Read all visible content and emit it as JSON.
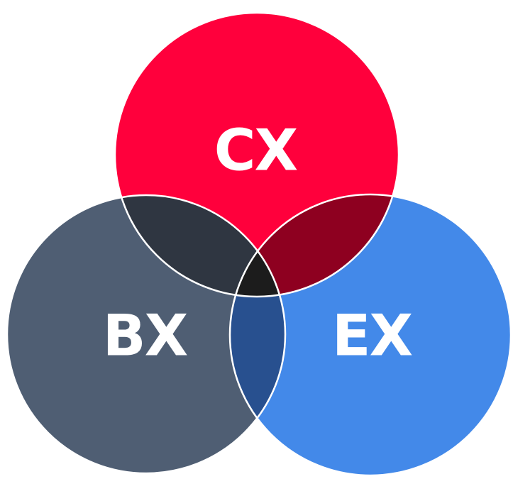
{
  "diagram": {
    "sets": [
      {
        "id": "cx",
        "label": "CX",
        "color": "#ff003c"
      },
      {
        "id": "bx",
        "label": "BX",
        "color": "#4f5e73"
      },
      {
        "id": "ex",
        "label": "EX",
        "color": "#4389e9"
      }
    ],
    "intersections": {
      "cx_bx": "#2f3641",
      "cx_ex": "#8e0020",
      "bx_ex": "#28508f",
      "all": "#1c1c1c"
    },
    "outline_color": "#ffffff"
  }
}
